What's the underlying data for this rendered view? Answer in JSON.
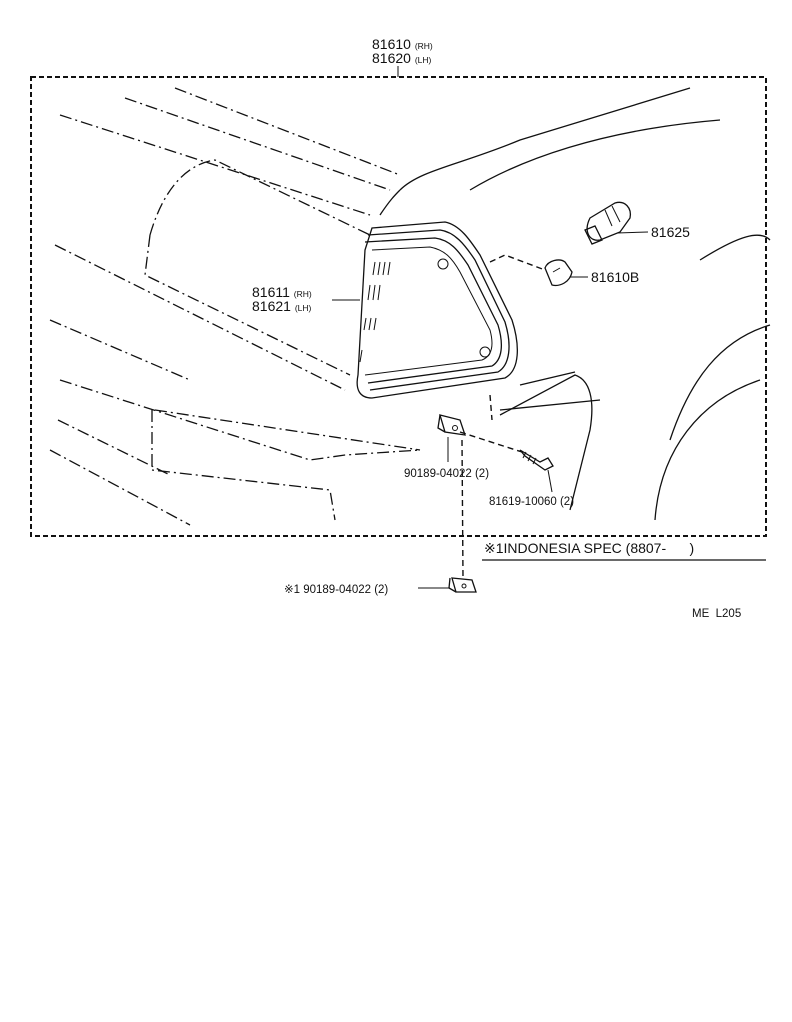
{
  "callouts": {
    "lamp_assy_rh": {
      "number": "81610",
      "side": "(RH)"
    },
    "lamp_assy_lh": {
      "number": "81620",
      "side": "(LH)"
    },
    "lens_rh": {
      "number": "81611",
      "side": "(RH)"
    },
    "lens_lh": {
      "number": "81621",
      "side": "(LH)"
    },
    "socket": "81625",
    "bulb": "81610B",
    "clip": "90189-04022 (2)",
    "screw": "81619-10060 (2)",
    "clip_note": "※1 90189-04022 (2)"
  },
  "spec_note": "※1INDONESIA SPEC (8807-      )",
  "page_code": "ME  L205"
}
